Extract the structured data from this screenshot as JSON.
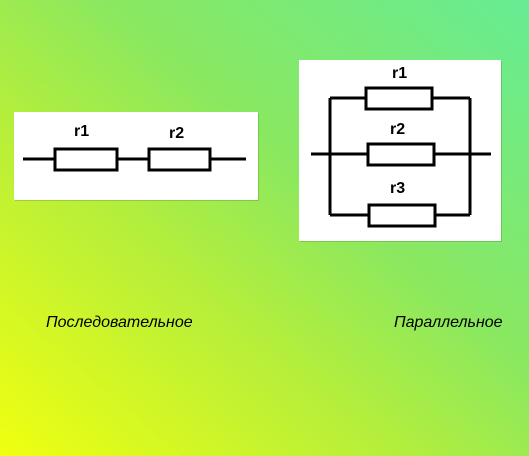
{
  "series": {
    "resistors": [
      {
        "label": "r1"
      },
      {
        "label": "r2"
      }
    ],
    "caption": "Последовательное"
  },
  "parallel": {
    "resistors": [
      {
        "label": "r1"
      },
      {
        "label": "r2"
      },
      {
        "label": "r3"
      }
    ],
    "caption": "Параллельное"
  },
  "colors": {
    "background_gradient": [
      "#f0ff10",
      "#b4ee3c",
      "#66ec94"
    ],
    "panel": "#ffffff",
    "ink": "#000000"
  }
}
